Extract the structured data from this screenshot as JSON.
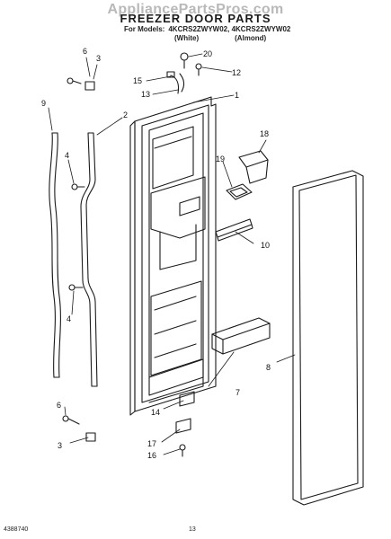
{
  "watermark": "AppliancePartsPros.com",
  "title": "FREEZER DOOR PARTS",
  "models_prefix": "For Models:",
  "models_value": "4KCRS2ZWYW02, 4KCRS2ZWYW02",
  "color_white": "(White)",
  "color_almond": "(Almond)",
  "footer": {
    "code": "4388740",
    "page": "13"
  },
  "callouts": {
    "c1": "1",
    "c2": "2",
    "c3": "3",
    "c4": "4",
    "c6": "6",
    "c7": "7",
    "c8": "8",
    "c9": "9",
    "c10": "10",
    "c12": "12",
    "c13": "13",
    "c14": "14",
    "c15": "15",
    "c16": "16",
    "c17": "17",
    "c18": "18",
    "c19": "19",
    "c20": "20",
    "c3b": "3",
    "c4b": "4",
    "c6b": "6"
  }
}
